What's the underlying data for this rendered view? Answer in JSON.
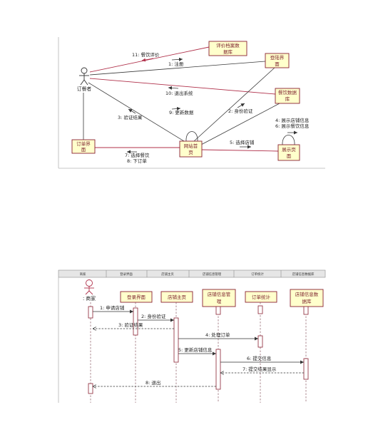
{
  "colors": {
    "object_fill": "#ffffcc",
    "object_border": "#8b2232",
    "object_text": "#7a1c2a",
    "link_red": "#b0304a",
    "link_black": "#3a3a3a",
    "label_text": "#222222",
    "header_fill": "#e6e6e6"
  },
  "collaboration": {
    "actor": "订餐者",
    "objects": {
      "review_db": [
        "评价档案数",
        "据库"
      ],
      "login": [
        "登陆界",
        "面"
      ],
      "dining_db": [
        "餐饮数据",
        "库"
      ],
      "order": [
        "订单界",
        "面"
      ],
      "home": [
        "网站首",
        "页"
      ],
      "display": [
        "展示页",
        "面"
      ]
    },
    "messages": {
      "m11": "11: 餐饮评价",
      "m1": "1: 注册",
      "m10": "10: 退出系统",
      "m3": "3: 验证结果",
      "m9": "9: 更新数据",
      "m2": "2: 身份验证",
      "m4": "4: 展示店铺信息",
      "m6": "6: 展示餐饮信息",
      "m5": "5: 选择店铺",
      "m7": "7: 选择餐饮",
      "m8": "8: 下订单"
    }
  },
  "sequence": {
    "header_columns": [
      "商家",
      "登录界面",
      "店铺主页",
      "店铺信息管理",
      "订单统计",
      "店铺信息数据库"
    ],
    "actor": ": 商家",
    "objects": {
      "login": [
        "登录界面"
      ],
      "shop_home": [
        "店铺主页"
      ],
      "shop_mgmt": [
        "店铺信息管",
        "理"
      ],
      "order_stats": [
        "订单统计"
      ],
      "shop_db": [
        "店铺信息数",
        "据库"
      ]
    },
    "messages": [
      "1: 申请店铺",
      "2: 身份验证",
      "3: 验证结果",
      "4: 处理订单",
      "5: 更新店铺信息",
      "6: 提交信息",
      "7: 提交结果显示",
      "8: 退出"
    ]
  }
}
